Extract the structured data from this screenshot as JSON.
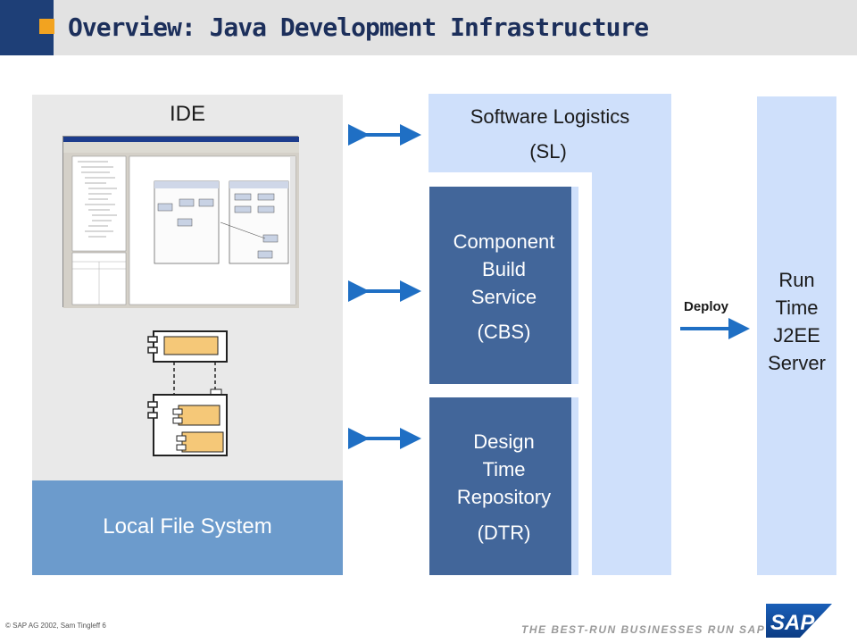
{
  "header": {
    "title": "Overview: Java Development Infrastructure",
    "colors": {
      "bar": "#e2e2e2",
      "accent_blue": "#1e3f77",
      "accent_orange": "#f2a320",
      "title": "#1c2f5b"
    }
  },
  "ide": {
    "label": "IDE",
    "screenshot_icon": "eclipse-ide-screenshot",
    "component_icon": "component-diagram-icon"
  },
  "local_file_system": {
    "label": "Local File System"
  },
  "software_logistics": {
    "title_line1": "Software Logistics",
    "title_line2": "(SL)",
    "cbs": {
      "line1": "Component",
      "line2": "Build",
      "line3": "Service",
      "line4": "(CBS)"
    },
    "dtr": {
      "line1": "Design",
      "line2": "Time",
      "line3": "Repository",
      "line4": "(DTR)"
    }
  },
  "deploy": {
    "label": "Deploy"
  },
  "j2ee": {
    "line1": "Run",
    "line2": "Time",
    "line3": "J2EE",
    "line4": "Server"
  },
  "footer": {
    "copyright": "©  SAP AG 2002, Sam Tingleff  6",
    "tagline": "THE BEST-RUN BUSINESSES RUN SAP",
    "logo_text": "SAP"
  },
  "colors": {
    "panel_light": "#cfe0fb",
    "box_dark": "#42669a",
    "lfs": "#6c9bcc",
    "ide_bg": "#e9e9e9",
    "arrow": "#1f6fc4"
  }
}
